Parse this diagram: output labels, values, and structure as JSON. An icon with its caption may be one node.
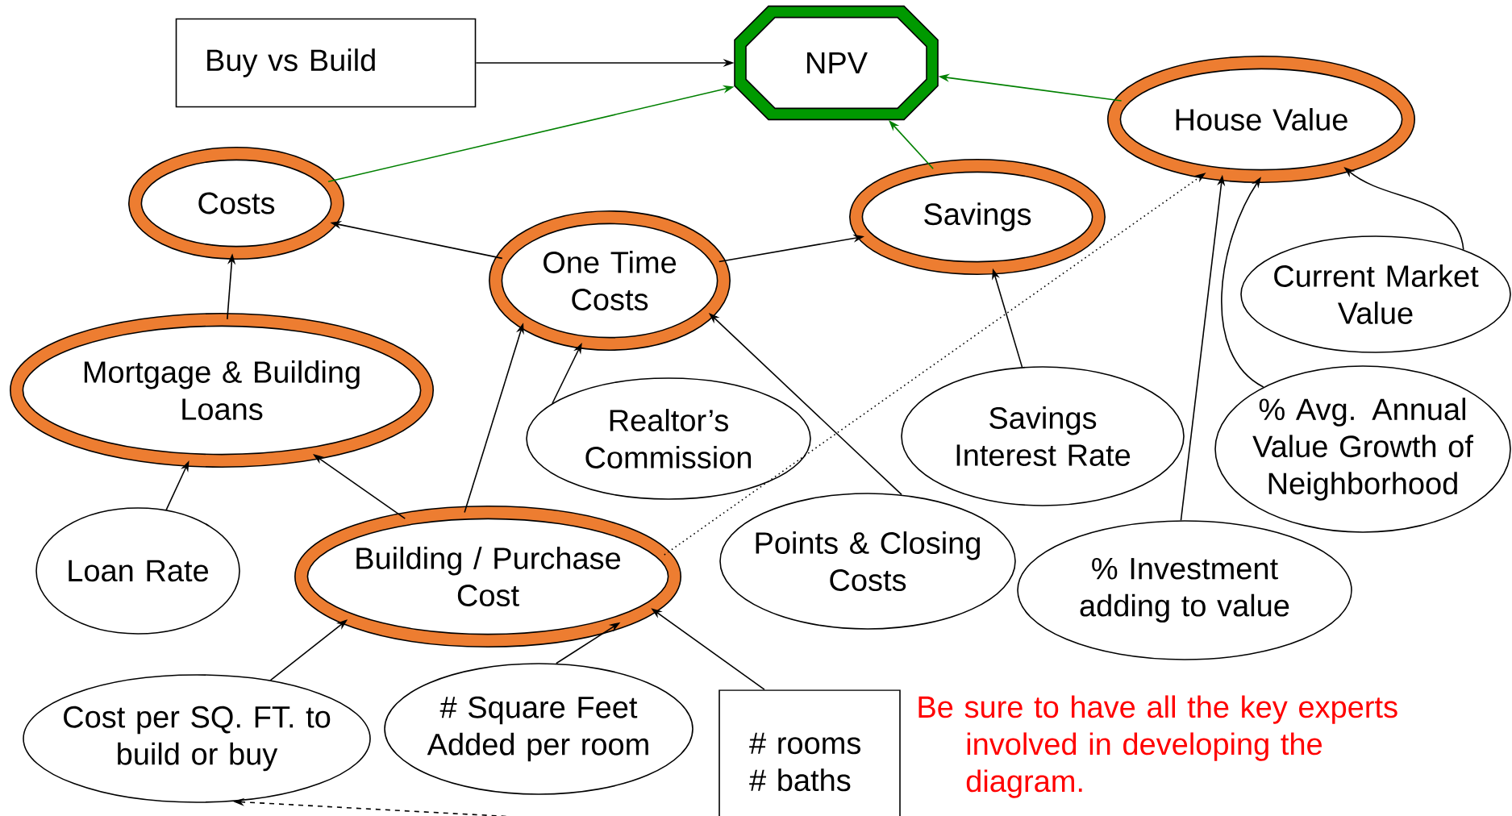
{
  "diagram": {
    "nodes": [
      {
        "text": [
          "Buy vs Build"
        ]
      },
      {
        "text": [
          "NPV"
        ]
      },
      {
        "text": [
          "Costs"
        ]
      },
      {
        "text": [
          "House Value"
        ]
      },
      {
        "text": [
          "One Time Costs"
        ]
      },
      {
        "text": [
          "Savings"
        ]
      },
      {
        "text": [
          "Current Market Value"
        ]
      },
      {
        "text": [
          "Mortgage & Building Loans"
        ]
      },
      {
        "text": [
          "Realtor’s Commission"
        ]
      },
      {
        "text": [
          "Savings Interest Rate"
        ]
      },
      {
        "text": [
          "% Avg. Annual Value Growth of Neighborhood"
        ]
      },
      {
        "text": [
          "Loan Rate"
        ]
      },
      {
        "text": [
          "Building / Purchase Cost"
        ]
      },
      {
        "text": [
          "Points & Closing Costs"
        ]
      },
      {
        "text": [
          "% Investment adding to value"
        ]
      },
      {
        "text": [
          "Cost per SQ. FT. to build or buy"
        ]
      },
      {
        "text": [
          "# Square Feet Added per room"
        ]
      },
      {
        "text": [
          "# rooms # baths"
        ]
      }
    ],
    "edges": [
      {
        "from": 0,
        "to": 1,
        "arrow": "to"
      },
      {
        "from": 2,
        "to": 1,
        "arrow": "to",
        "color": "#008000"
      },
      {
        "from": 3,
        "to": 1,
        "arrow": "to",
        "color": "#008000"
      },
      {
        "from": 5,
        "to": 1,
        "arrow": "to",
        "color": "#008000"
      },
      {
        "from": 4,
        "to": 2,
        "arrow": "to"
      },
      {
        "from": 4,
        "to": 5,
        "arrow": "to"
      },
      {
        "from": 7,
        "to": 2,
        "arrow": "to"
      },
      {
        "from": 11,
        "to": 7,
        "arrow": "to"
      },
      {
        "from": 12,
        "to": 7,
        "arrow": "to"
      },
      {
        "from": 12,
        "to": 4,
        "arrow": "to"
      },
      {
        "from": 8,
        "to": 4,
        "arrow": "to"
      },
      {
        "from": 9,
        "to": 5,
        "arrow": "to"
      },
      {
        "from": 13,
        "to": 4,
        "arrow": "to"
      },
      {
        "from": 12,
        "to": 3,
        "arrow": "to",
        "style": "dashed"
      },
      {
        "from": 14,
        "to": 3,
        "arrow": "to"
      },
      {
        "from": 10,
        "to": 3,
        "arrow": "to"
      },
      {
        "from": 6,
        "to": 3,
        "arrow": "to"
      },
      {
        "from": 15,
        "to": 12,
        "arrow": "to"
      },
      {
        "from": 16,
        "to": 12,
        "arrow": "to"
      },
      {
        "from": 17,
        "to": 12,
        "arrow": "to"
      },
      {
        "from": 17,
        "to": 15,
        "arrow": "to",
        "style": "dashed"
      }
    ],
    "labels": [
      "Be sure to have all the key experts involved in developing the diagram."
    ]
  }
}
